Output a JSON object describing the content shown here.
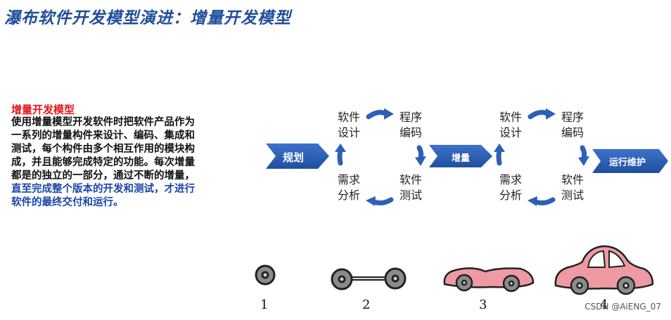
{
  "title": "瀑布软件开发模型演进：增量开发模型",
  "description": {
    "heading": "增量开发模型",
    "lines": [
      "使用增量模型开发软件时把软件产品作为",
      "一系列的增量构件来设计、编码、集成和",
      "测试，每个构件由多个相互作用的模块构",
      "成，并且能够完成特定的功能。每次增量",
      "都是的独立的一部分，通过不断的增量，"
    ],
    "highlight_lines": [
      "直至完成整个版本的开发和测试，才进行",
      "软件的最终交付和运行。"
    ]
  },
  "flow": {
    "start_label": "规划",
    "middle_label": "增量",
    "end_label": "运行维护",
    "cycle1": {
      "design": "软件设计",
      "coding": "程序编码",
      "testing": "软件测试",
      "analysis": "需求分析"
    },
    "cycle2": {
      "design": "软件设计",
      "coding": "程序编码",
      "testing": "软件测试",
      "analysis": "需求分析"
    }
  },
  "colors": {
    "title": "#1f4e9c",
    "heading": "#e8151a",
    "highlight": "#1a46a8",
    "arrow_blue": "#2d5fb8",
    "car_pink": "#ef9aa3",
    "wheel_gray": "#8b8b8b"
  },
  "car_stages": {
    "n1": "1",
    "n2": "2",
    "n3": "3",
    "n4": "4"
  },
  "watermark": "CSDN @AiENG_07"
}
